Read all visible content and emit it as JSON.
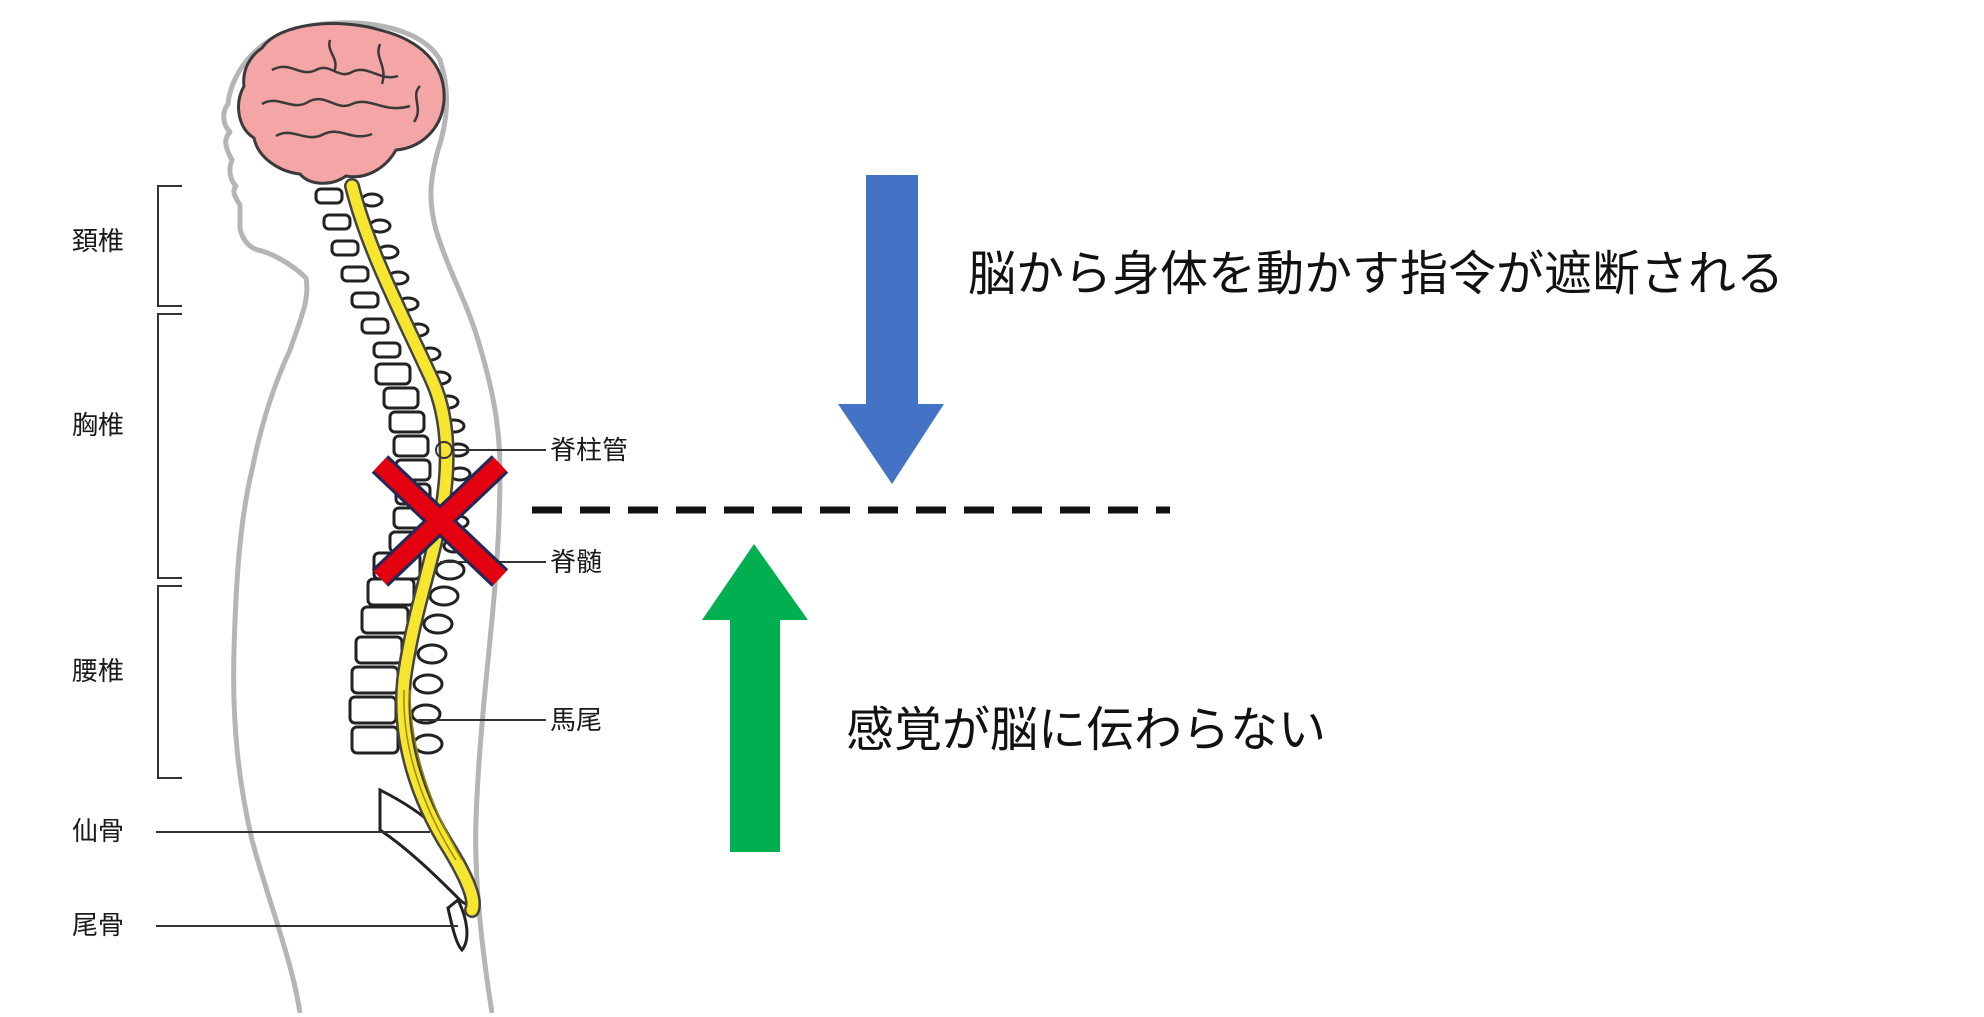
{
  "regions": {
    "cervical": "頚椎",
    "thoracic": "胸椎",
    "lumbar": "腰椎",
    "sacrum": "仙骨",
    "coccyx": "尾骨"
  },
  "callouts": {
    "spinal_canal": "脊柱管",
    "spinal_cord": "脊髄",
    "cauda_equina": "馬尾"
  },
  "messages": {
    "motor_blocked": "脳から身体を動かす指令が遮断される",
    "sensory_blocked": "感覚が脳に伝わらない"
  },
  "colors": {
    "down_arrow": "#4472c4",
    "up_arrow": "#00b050",
    "injury_mark": "#e3000f",
    "spinal_cord": "#f7e62f",
    "brain": "#f4a6a6",
    "body_outline": "#b5b5b5"
  },
  "icons": {
    "injury": "cross-mark-icon",
    "motor": "arrow-down-icon",
    "sensory": "arrow-up-icon"
  }
}
